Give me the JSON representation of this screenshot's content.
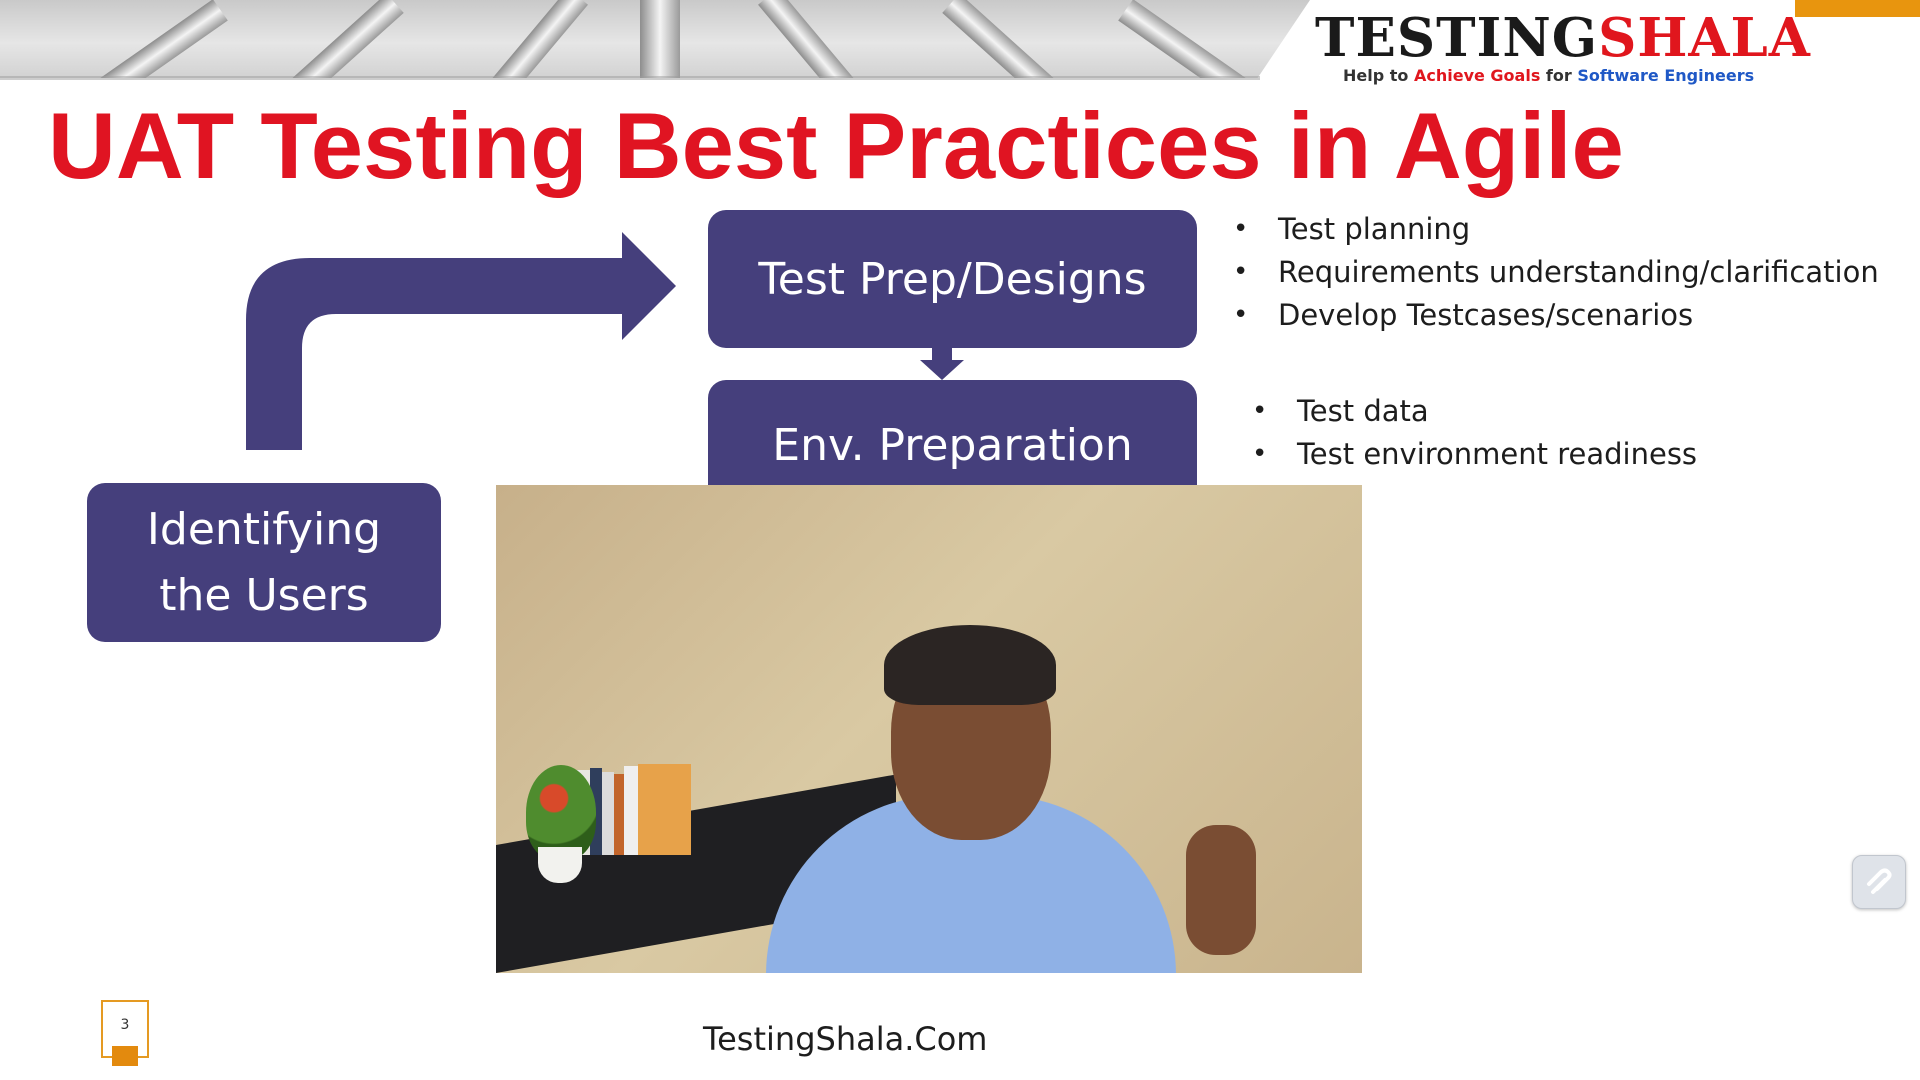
{
  "logo": {
    "part1": "TESTING",
    "part2": "SHALA",
    "tagline": {
      "w1": "Help to ",
      "w2": "Achieve Goals",
      "w3": " for ",
      "w4": "Software Engineers"
    }
  },
  "slide": {
    "title": "UAT Testing Best Practices in Agile",
    "boxes": {
      "identify": [
        "Identifying",
        "the Users"
      ],
      "prep": "Test Prep/Designs",
      "env": "Env. Preparation"
    },
    "prep_points": [
      "Test planning",
      "Requirements understanding/clarification",
      "Develop Testcases/scenarios"
    ],
    "env_points": [
      "Test data",
      "Test environment readiness"
    ],
    "footer_url": "TestingShala.Com",
    "slide_number": "3"
  },
  "colors": {
    "title": "#e01422",
    "box": "#453f7c",
    "accent": "#e8950e"
  },
  "icons": {
    "side_button": "swipe-icon"
  }
}
